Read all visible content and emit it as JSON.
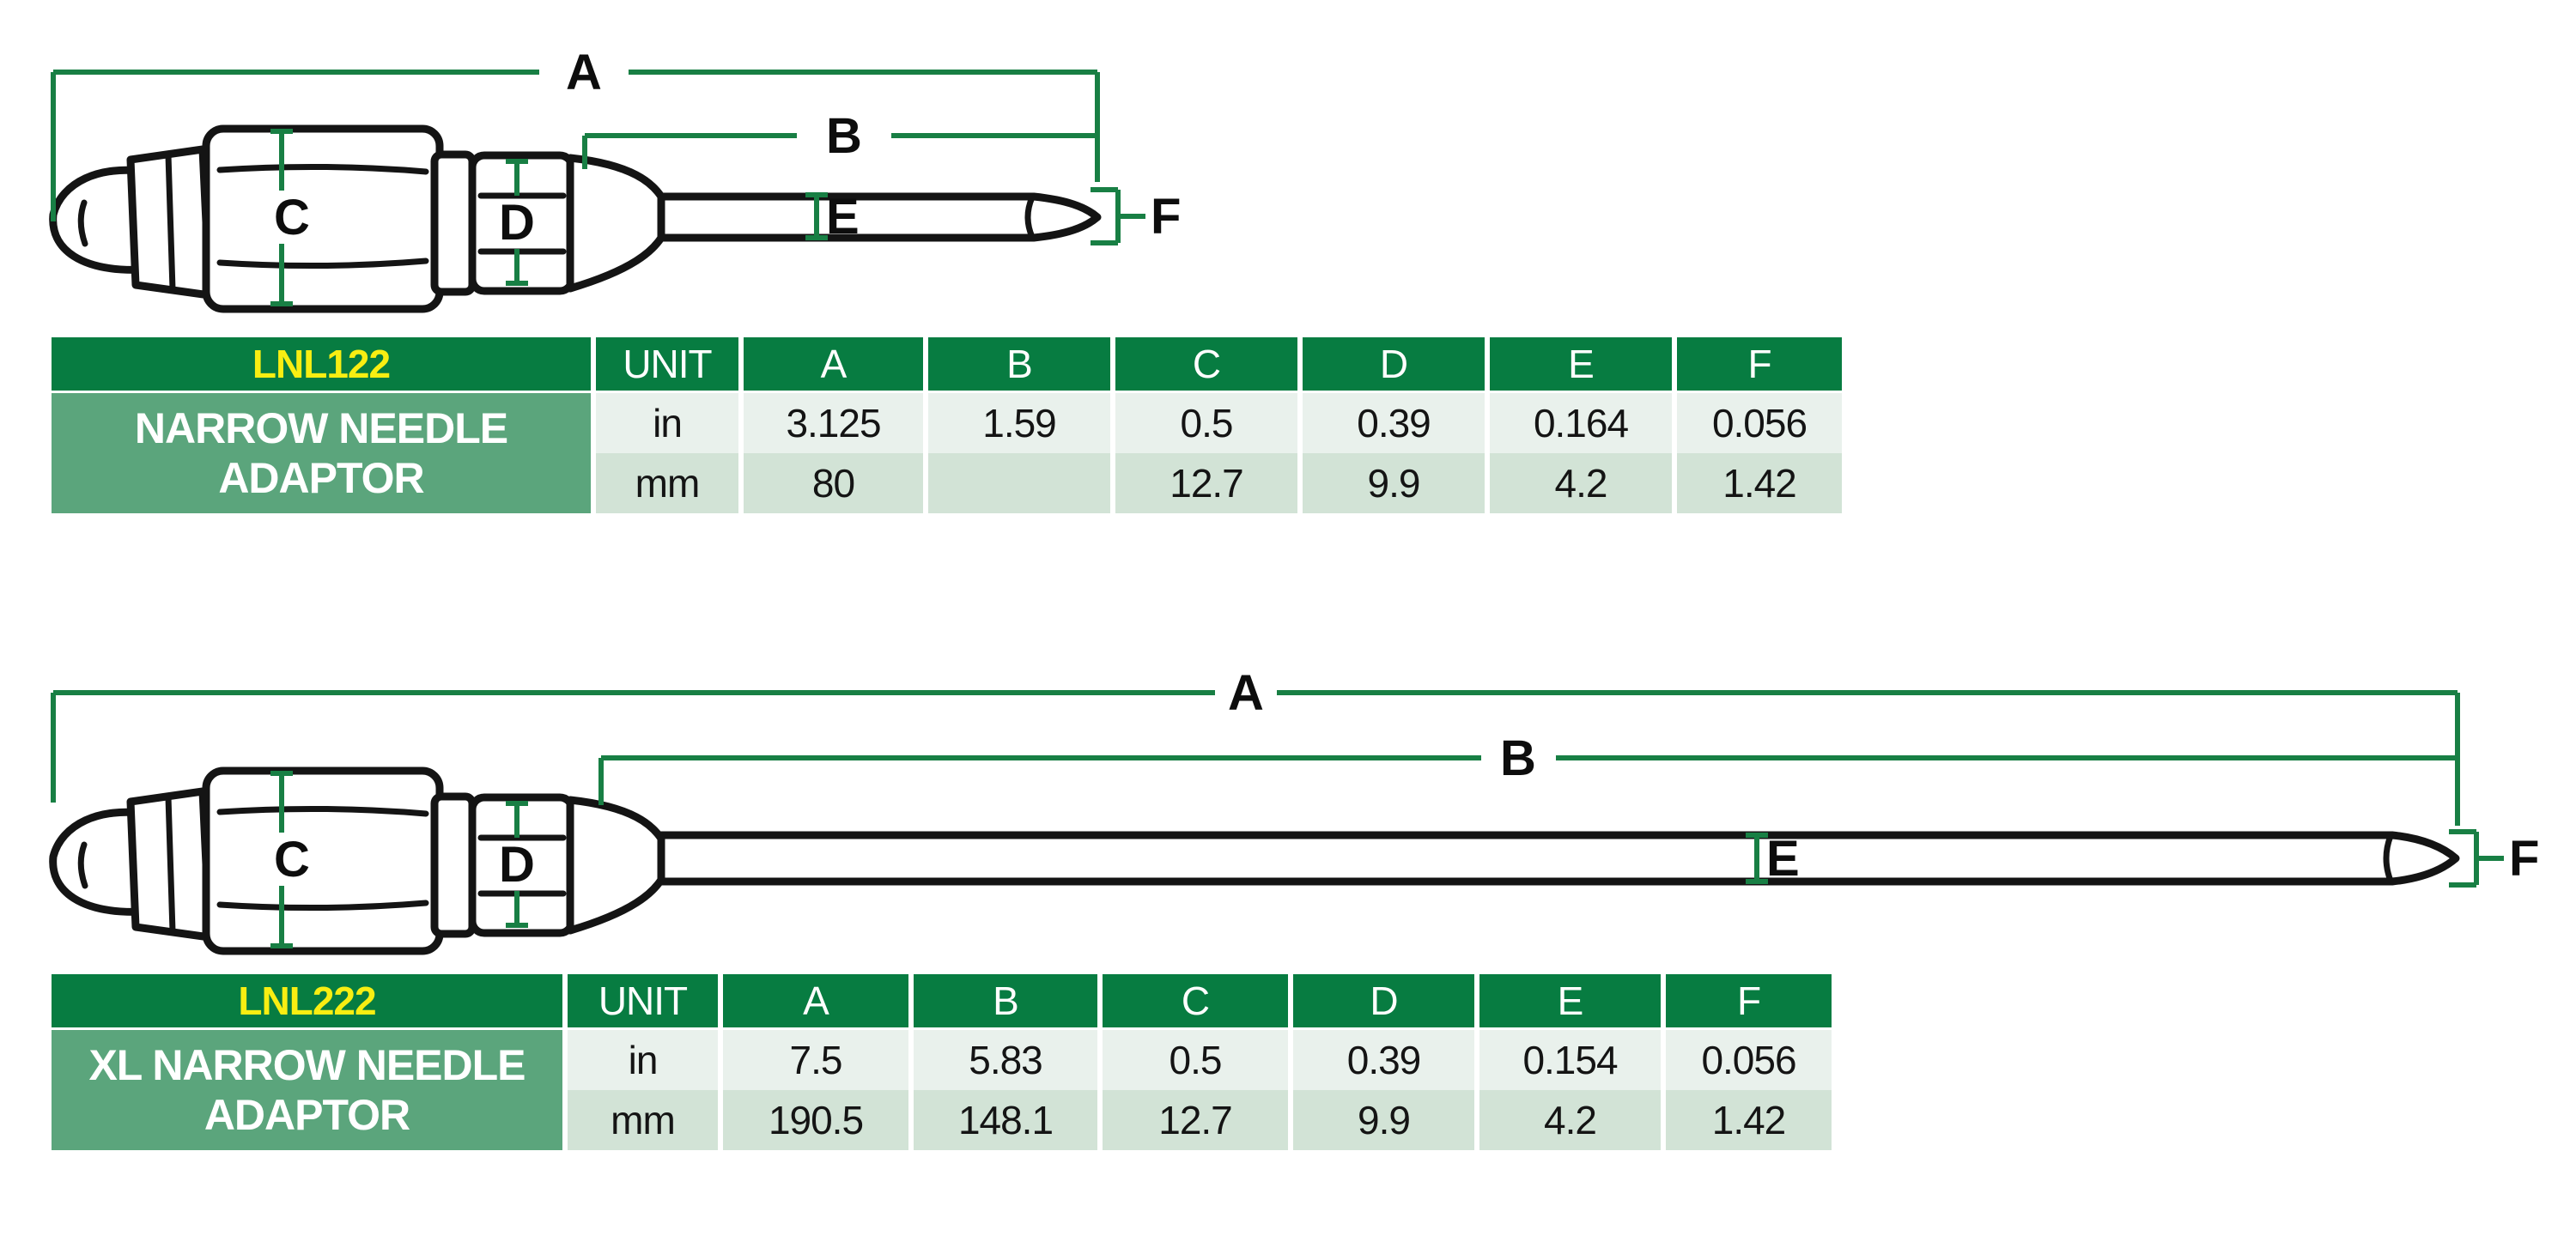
{
  "palette": {
    "header_green": "#077c41",
    "body_green": "#5ba57c",
    "row_light_green": "#e9f1ec",
    "row_mid_green": "#d2e3d6",
    "model_yellow": "#f8ee12",
    "dimension_line_green": "#187f44",
    "drawing_ink": "#141414"
  },
  "diagrams": [
    {
      "name": "narrow-needle-adaptor-drawing",
      "labels": {
        "A": "A",
        "B": "B",
        "C": "C",
        "D": "D",
        "E": "E",
        "F": "F"
      }
    },
    {
      "name": "xl-narrow-needle-adaptor-drawing",
      "labels": {
        "A": "A",
        "B": "B",
        "C": "C",
        "D": "D",
        "E": "E",
        "F": "F"
      }
    }
  ],
  "tables": [
    {
      "model": "LNL122",
      "name_line1": "NARROW NEEDLE",
      "name_line2": "ADAPTOR",
      "unit_header": "UNIT",
      "col_headers": [
        "A",
        "B",
        "C",
        "D",
        "E",
        "F"
      ],
      "rows": [
        {
          "unit": "in",
          "values": [
            "3.125",
            "1.59",
            "0.5",
            "0.39",
            "0.164",
            "0.056"
          ]
        },
        {
          "unit": "mm",
          "values": [
            "80",
            "",
            "12.7",
            "9.9",
            "4.2",
            "1.42"
          ]
        }
      ]
    },
    {
      "model": "LNL222",
      "name_line1": "XL NARROW NEEDLE",
      "name_line2": "ADAPTOR",
      "unit_header": "UNIT",
      "col_headers": [
        "A",
        "B",
        "C",
        "D",
        "E",
        "F"
      ],
      "rows": [
        {
          "unit": "in",
          "values": [
            "7.5",
            "5.83",
            "0.5",
            "0.39",
            "0.154",
            "0.056"
          ]
        },
        {
          "unit": "mm",
          "values": [
            "190.5",
            "148.1",
            "12.7",
            "9.9",
            "4.2",
            "1.42"
          ]
        }
      ]
    }
  ]
}
